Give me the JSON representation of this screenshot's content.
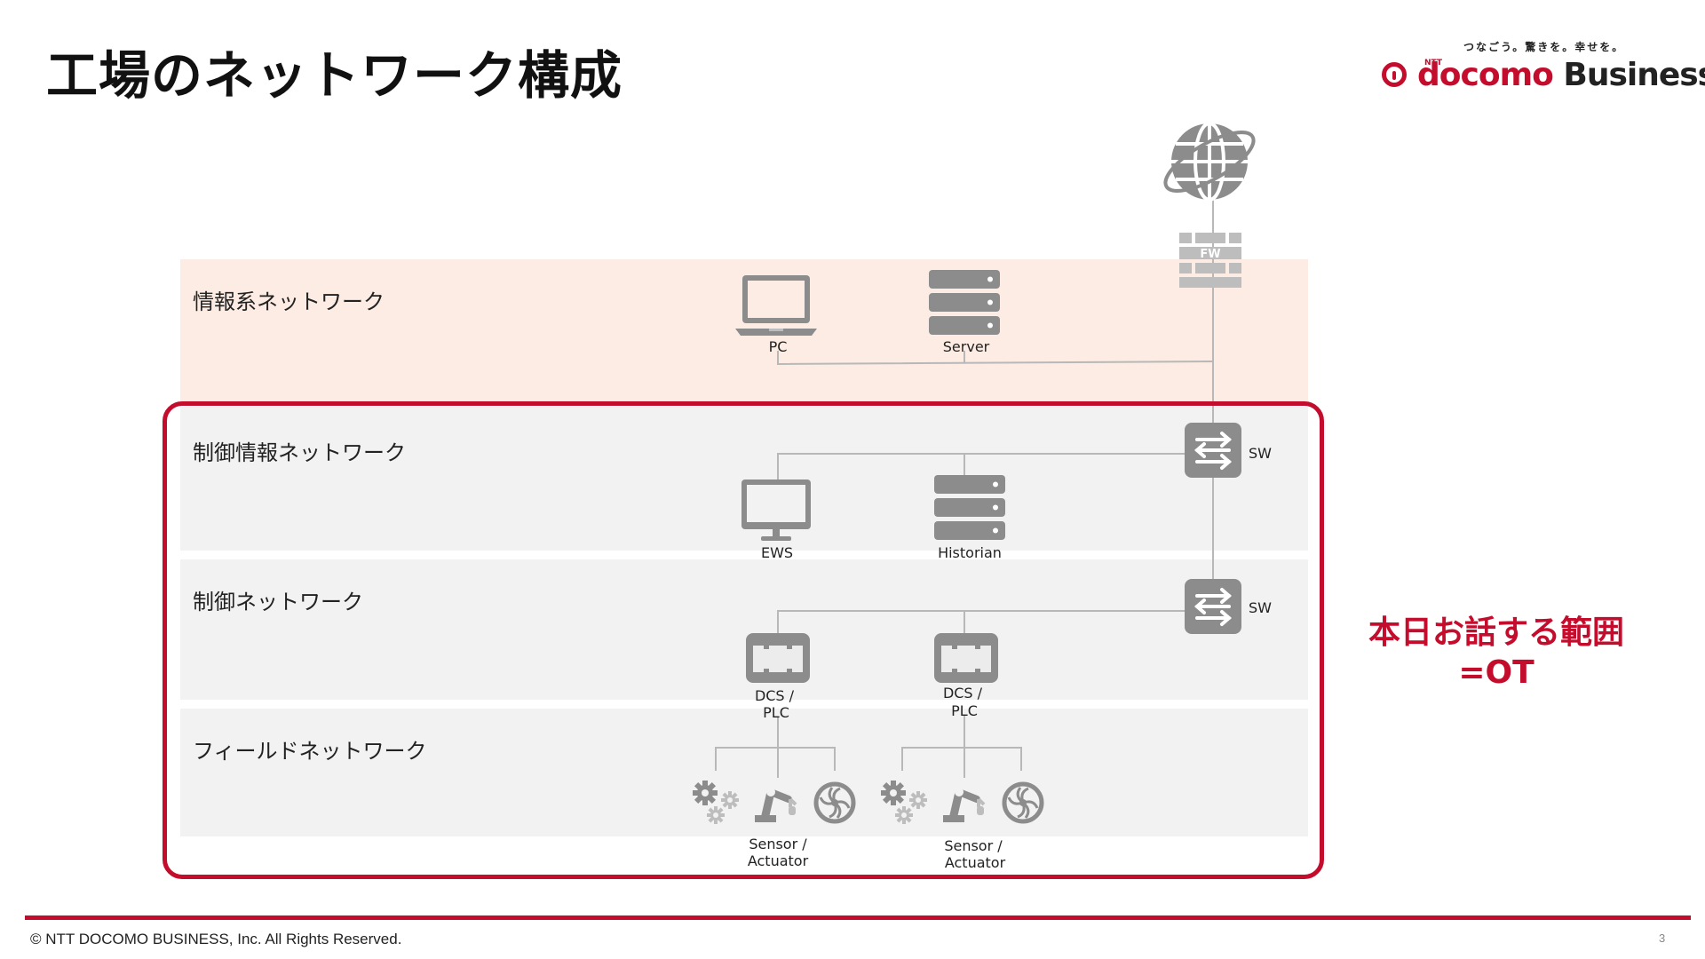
{
  "slide": {
    "title": "工場のネットワーク構成",
    "page_number": "3",
    "copyright": "© NTT DOCOMO BUSINESS, Inc. All Rights Reserved."
  },
  "logo": {
    "tagline": "つなごう。驚きを。幸せを。",
    "ntt": "NTT",
    "docomo": "docomo",
    "business": "Business"
  },
  "zones": {
    "info": "情報系ネットワーク",
    "control_info": "制御情報ネットワーク",
    "control": "制御ネットワーク",
    "field": "フィールドネットワーク"
  },
  "scope": {
    "line1": "本日お話する範囲",
    "line2": "=OT"
  },
  "devices": {
    "firewall": "FW",
    "pc": "PC",
    "server": "Server",
    "switch1": "SW",
    "ews": "EWS",
    "historian": "Historian",
    "switch2": "SW",
    "dcs1_line1": "DCS /",
    "dcs1_line2": "PLC",
    "dcs2_line1": "DCS /",
    "dcs2_line2": "PLC",
    "sa1_line1": "Sensor /",
    "sa1_line2": "Actuator",
    "sa2_line1": "Sensor /",
    "sa2_line2": "Actuator"
  },
  "colors": {
    "accent": "#c40c2c",
    "icon": "#8c8c8c",
    "info_band": "#fcece3",
    "ot_band": "#f2f2f2",
    "line": "#b8b8b8"
  }
}
